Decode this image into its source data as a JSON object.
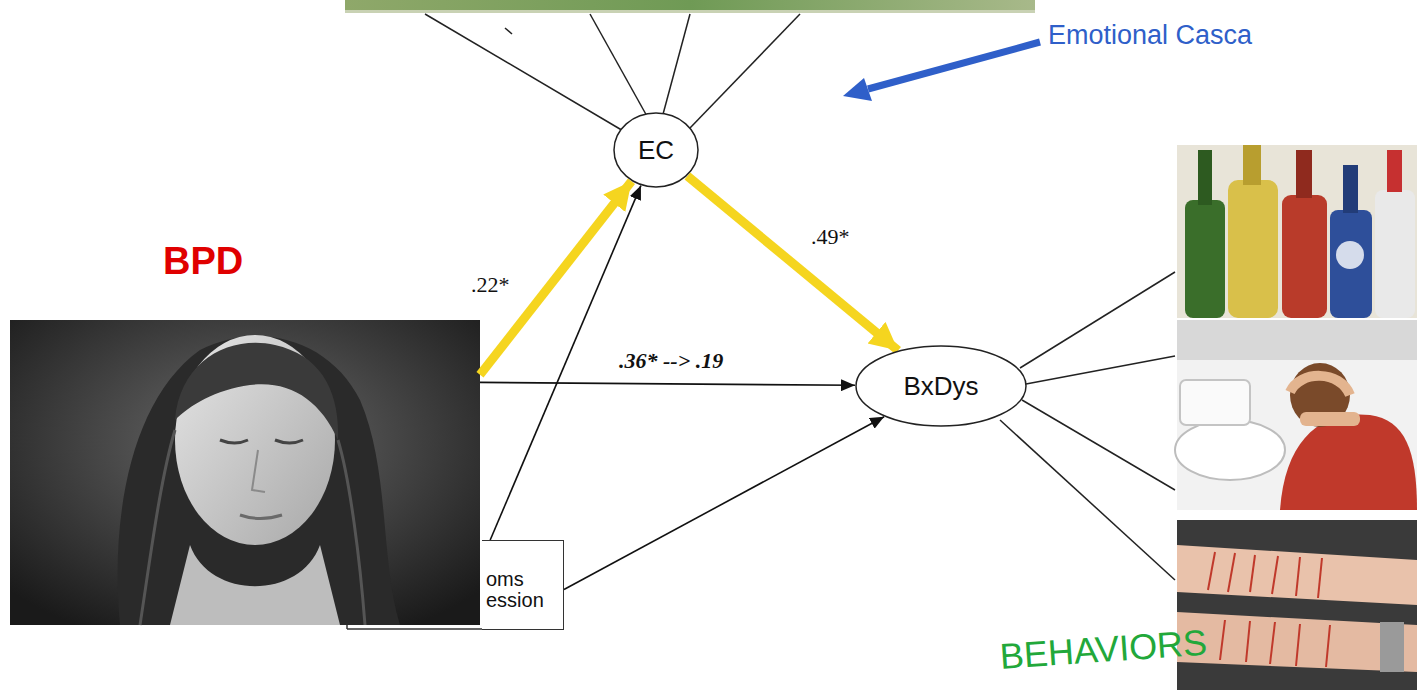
{
  "diagram": {
    "nodes": [
      {
        "text": [
          "EC"
        ]
      },
      {
        "text": [
          "BPD"
        ]
      },
      {
        "text": [
          "BxDys"
        ]
      },
      {
        "text": [
          "oms ession"
        ]
      }
    ],
    "edges": [
      {
        "from": 1,
        "to": 0,
        "arrow": "to",
        "label": ".22*"
      },
      {
        "from": 1,
        "to": 2,
        "arrow": "to",
        "label": ".36* --> .19"
      },
      {
        "from": 0,
        "to": 2,
        "arrow": "to",
        "label": ".49*"
      },
      {
        "from": 3,
        "to": 0,
        "arrow": "to"
      },
      {
        "from": 3,
        "to": 2,
        "arrow": "to"
      }
    ],
    "labels": [
      "Emotional Casca",
      "BEHAVIORS"
    ]
  }
}
